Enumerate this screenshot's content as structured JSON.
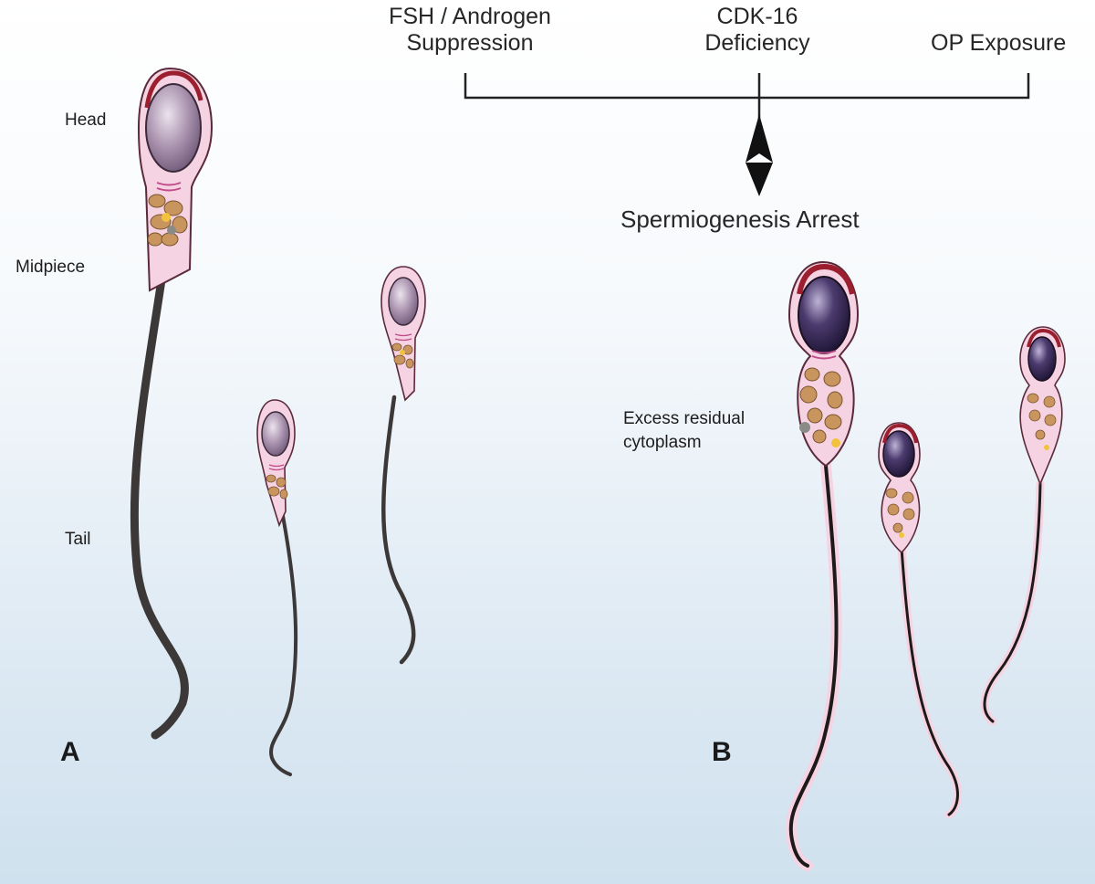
{
  "causes": [
    {
      "line1": "FSH / Androgen",
      "line2": "Suppression"
    },
    {
      "line1": "CDK-16",
      "line2": "Deficiency"
    },
    {
      "line1": "",
      "line2": "OP Exposure"
    }
  ],
  "outcome": "Spermiogenesis Arrest",
  "panel_a": {
    "label": "A",
    "parts": {
      "head": "Head",
      "midpiece": "Midpiece",
      "tail": "Tail"
    }
  },
  "panel_b": {
    "label": "B",
    "annotation_line1": "Excess residual",
    "annotation_line2": "cytoplasm"
  },
  "colors": {
    "membrane": "#f6d3e2",
    "membrane_stroke": "#5a2a3a",
    "nucleus_normal": "#a48aa8",
    "nucleus_arrest": "#3a2a55",
    "acrosome": "#9b1f2e",
    "mitochondria": "#c9955e",
    "tail": "#3c3838"
  }
}
